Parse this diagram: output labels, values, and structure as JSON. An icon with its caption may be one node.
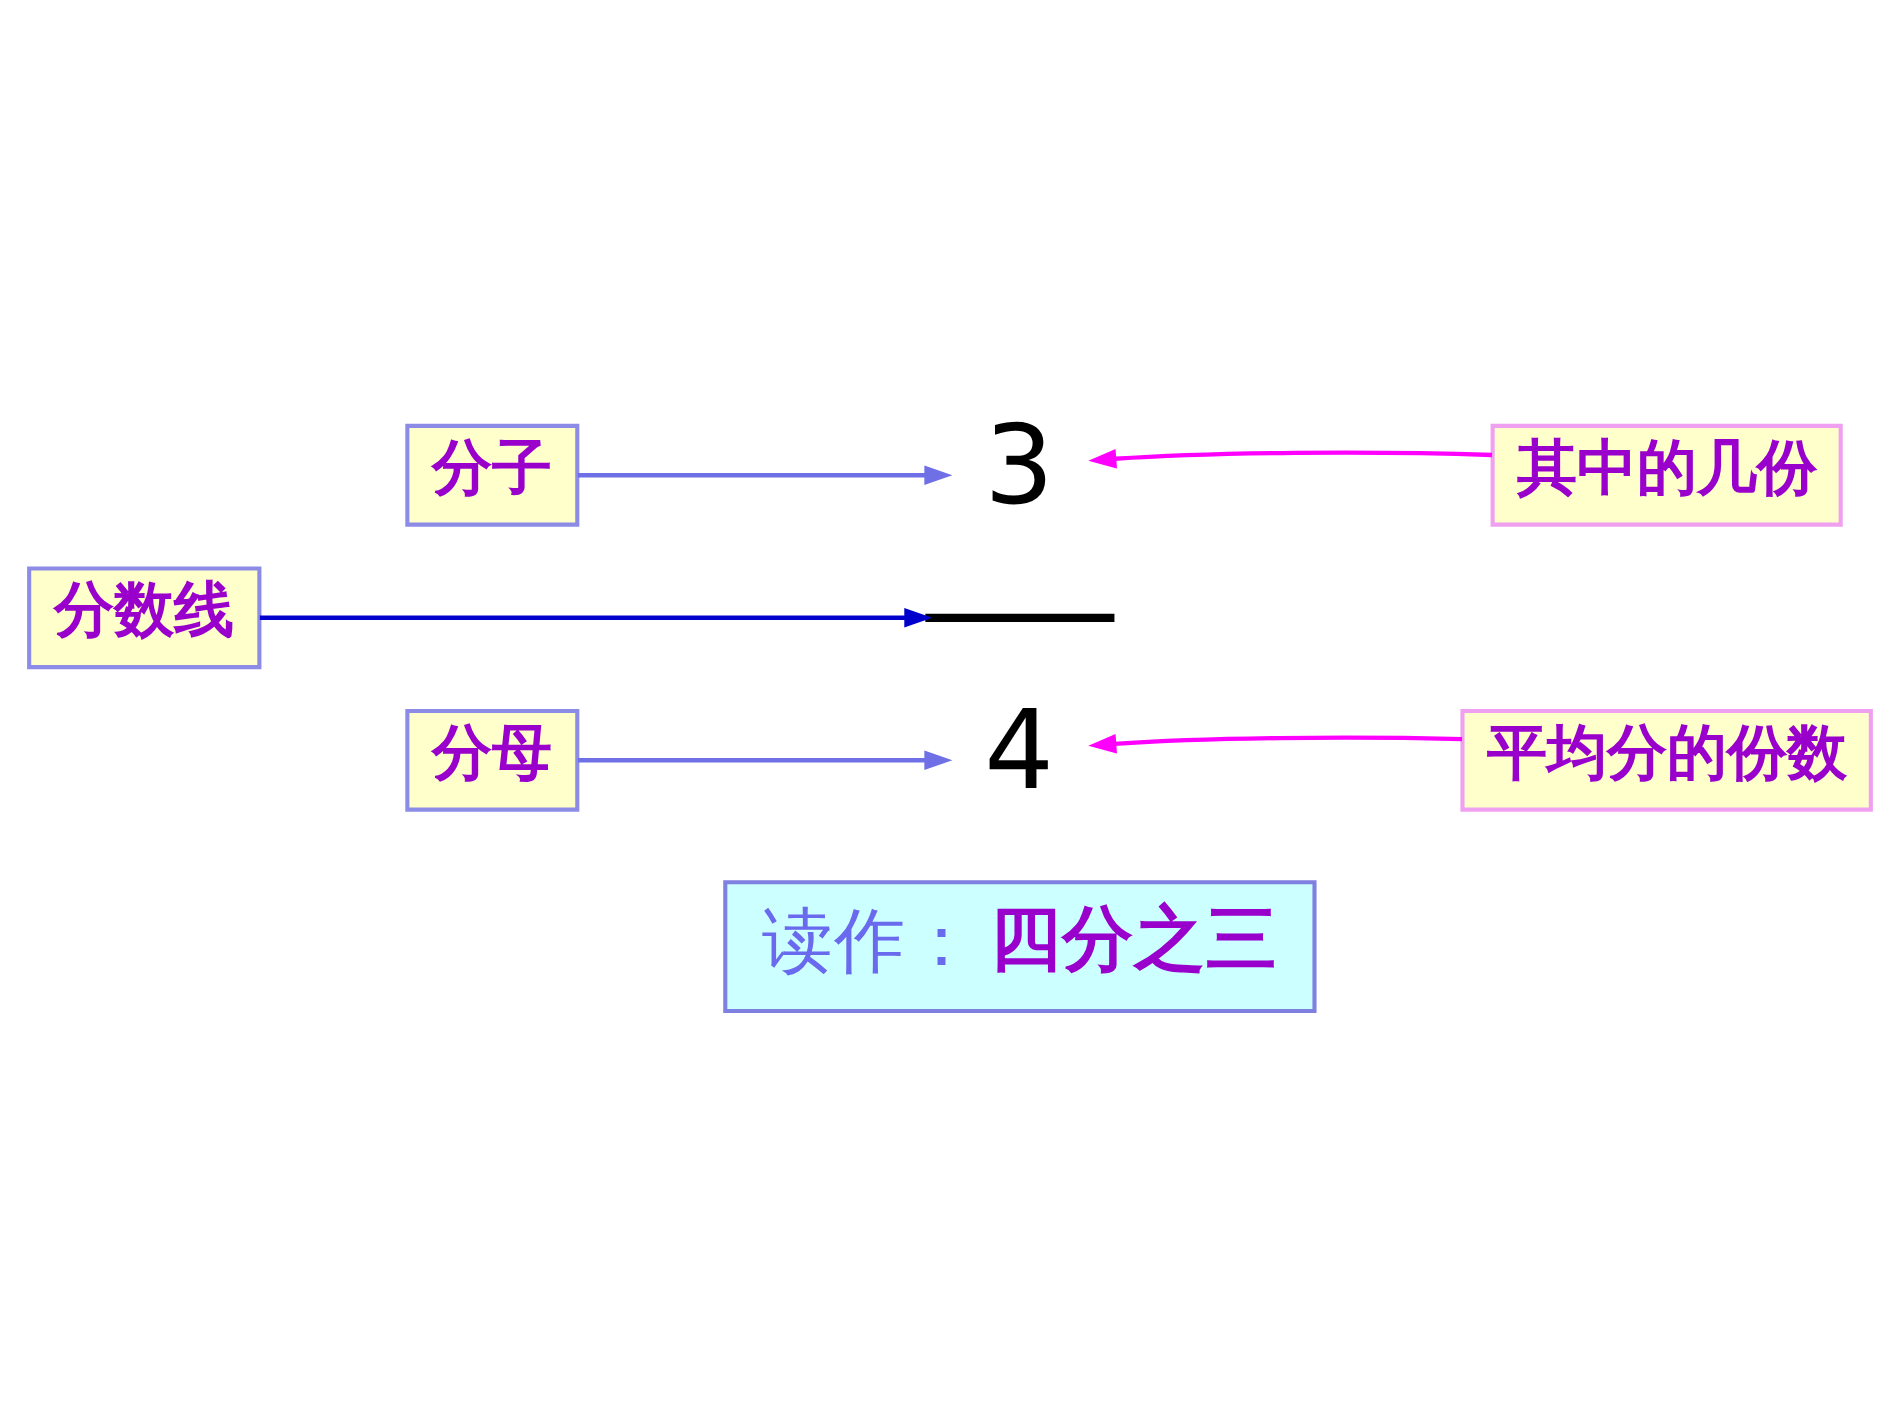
{
  "diagram": {
    "nodes": [
      {
        "text": [
          "分子"
        ]
      },
      {
        "text": [
          "3"
        ]
      },
      {
        "text": [
          "其中的几份"
        ]
      },
      {
        "text": [
          "分数线"
        ]
      },
      {
        "text": [],
        "shape": "bar"
      },
      {
        "text": [
          "分母"
        ]
      },
      {
        "text": [
          "4"
        ]
      },
      {
        "text": [
          "平均分的份数"
        ]
      },
      {
        "text": [
          "读作：",
          "四分之三"
        ]
      }
    ],
    "edges": [
      {
        "from": 0,
        "to": 1,
        "arrow": "to",
        "color": "#6f6fe6"
      },
      {
        "from": 2,
        "to": 1,
        "arrow": "to",
        "color": "#ff00ff"
      },
      {
        "from": 3,
        "to": 4,
        "arrow": "to",
        "color": "#0000cc"
      },
      {
        "from": 5,
        "to": 6,
        "arrow": "to",
        "color": "#6f6fe6"
      },
      {
        "from": 7,
        "to": 6,
        "arrow": "to",
        "color": "#ff00ff"
      }
    ]
  }
}
